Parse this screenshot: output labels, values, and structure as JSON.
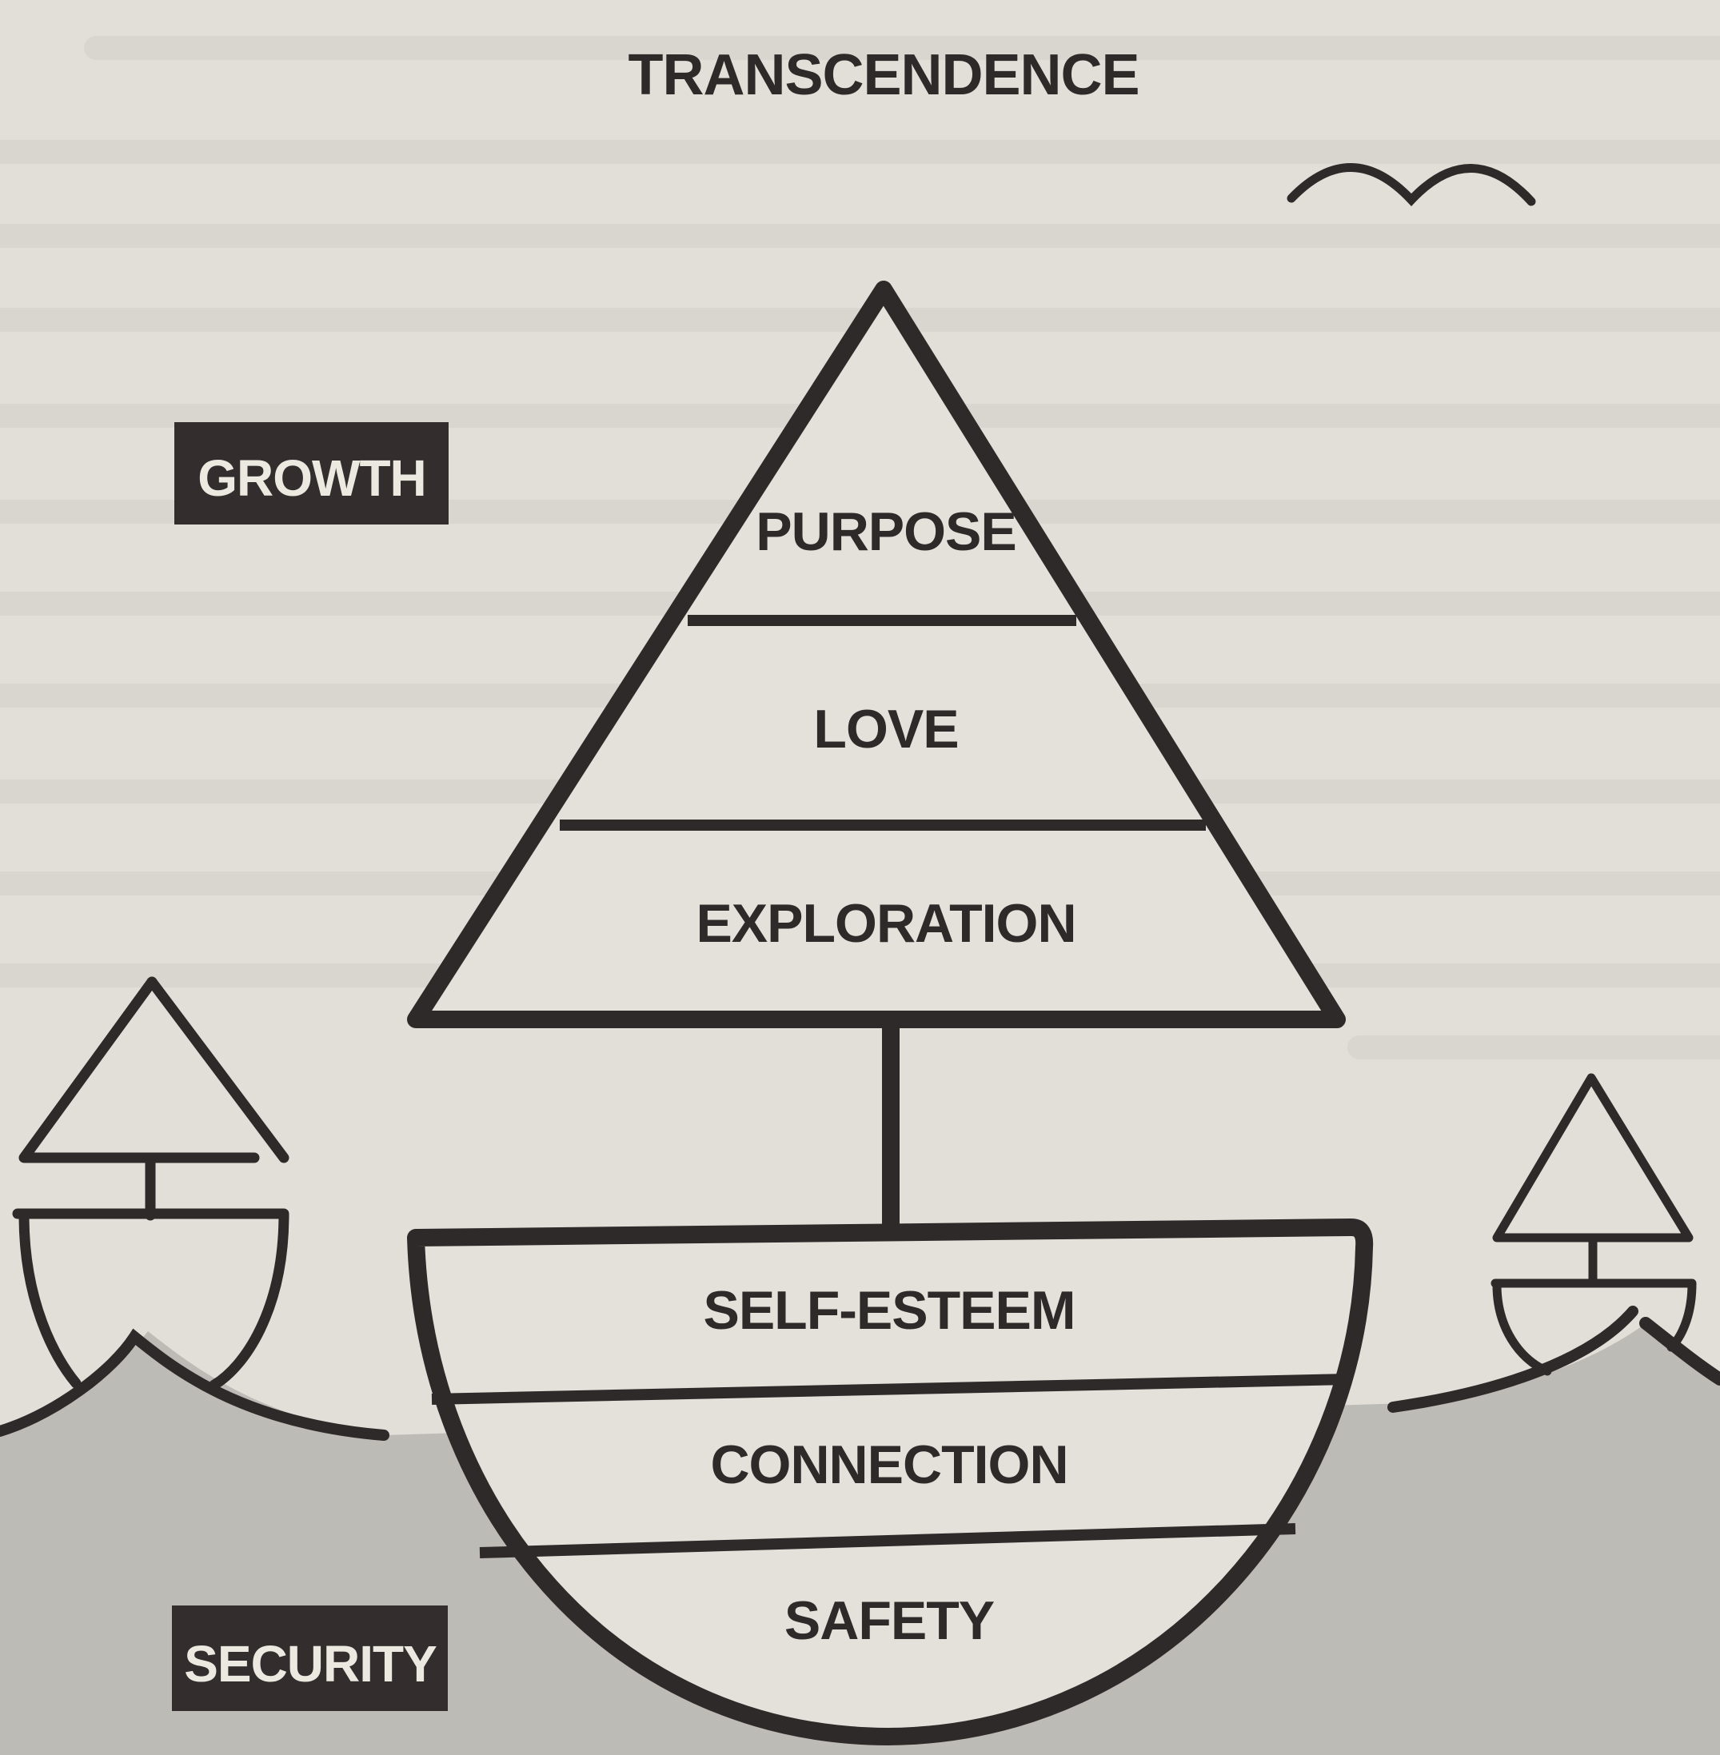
{
  "diagram": {
    "title": "TRANSCENDENCE",
    "tags": {
      "growth": "GROWTH",
      "security": "SECURITY"
    },
    "sail_levels": [
      "PURPOSE",
      "LOVE",
      "EXPLORATION"
    ],
    "hull_levels": [
      "SELF-ESTEEM",
      "CONNECTION",
      "SAFETY"
    ],
    "icons": [
      "bird-icon",
      "small-boat-left-icon",
      "small-boat-right-icon",
      "wave-icon"
    ],
    "colors": {
      "paper": "#e3e1da",
      "sea": "#bdbcb6",
      "ink": "#2f2a2a",
      "tag_bg": "#332d2d",
      "tag_text": "#ece9e1"
    }
  }
}
